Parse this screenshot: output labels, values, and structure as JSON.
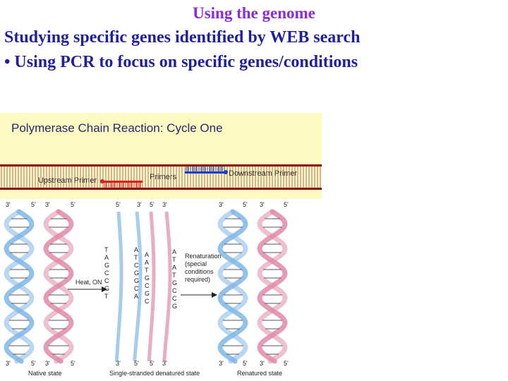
{
  "slide": {
    "title": "Using the genome",
    "line1": "Studying specific genes identified by WEB search",
    "line2": "• Using PCR to focus on specific genes/conditions"
  },
  "figure": {
    "title": "Polymerase Chain Reaction: Cycle One",
    "upstream_primer_label": "Upstream Primer",
    "primers_label": "Primers",
    "downstream_primer_label": "Downstream Primer",
    "strand_end_labels": [
      "3'",
      "5'",
      "3'",
      "5'",
      "5'",
      "3'",
      "5'",
      "3'",
      "3'",
      "5'",
      "3'",
      "5'"
    ],
    "heat_label": "Heat, ON",
    "renaturation_label": [
      "Renaturation",
      "(special",
      "conditions",
      "required)"
    ],
    "native_state_label": "Native state",
    "single_stranded_label": "Single-stranded denatured state",
    "renatured_state_label": "Renatured state",
    "left_strand_bases": [
      "T",
      "A",
      "G",
      "C",
      "C",
      "G",
      "T"
    ],
    "strand_b_bases": [
      "A",
      "T",
      "C",
      "G",
      "G",
      "C",
      "A"
    ],
    "strand_c_bases": [
      "A",
      "A",
      "T",
      "G",
      "C",
      "G",
      "C"
    ],
    "strand_d_bases": [
      "A",
      "T",
      "A",
      "T",
      "G",
      "C",
      "C",
      "G"
    ],
    "colors": {
      "banner": "#fdfbc2",
      "blue_strand": "#7fb6e6",
      "pink_strand": "#e08aa6",
      "upstream_primer": "#d92020",
      "downstream_primer": "#1a3fc0",
      "title_text": "#8a2be2",
      "body_text": "#1f1f9f"
    }
  }
}
